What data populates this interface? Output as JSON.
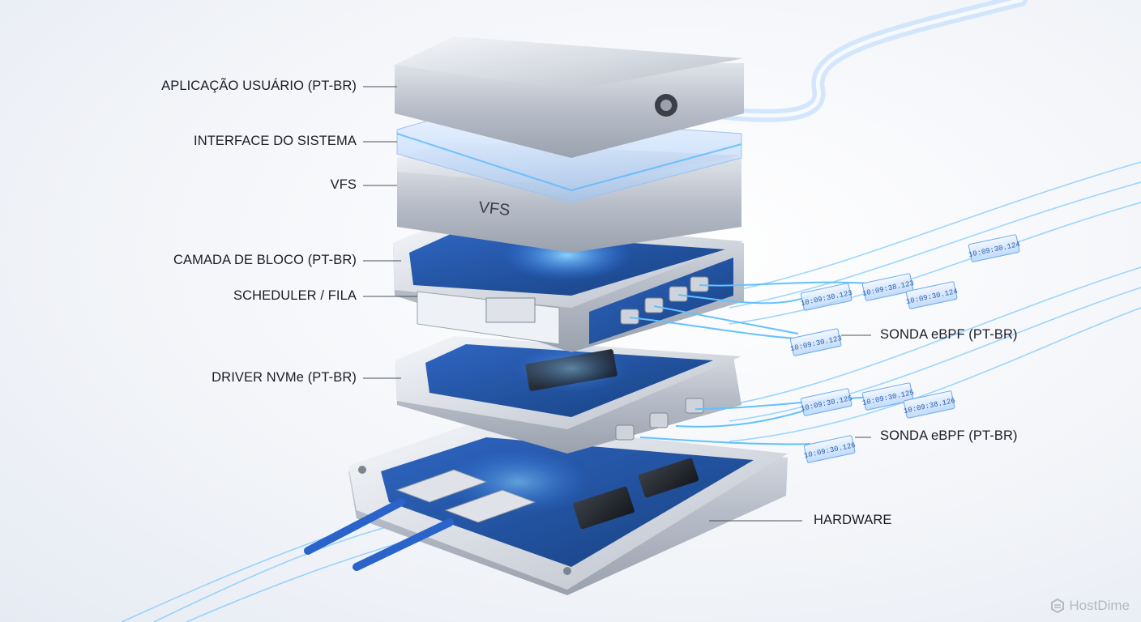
{
  "labels": {
    "app": "APLICAÇÃO USUÁRIO (PT-BR)",
    "syscall": "INTERFACE DO SISTEMA",
    "vfs": "VFS",
    "block": "CAMADA DE BLOCO (PT-BR)",
    "scheduler": "SCHEDULER / FILA",
    "driver": "DRIVER NVMe (PT-BR)",
    "hardware": "HARDWARE",
    "probe1": "SONDA eBPF (PT-BR)",
    "probe2": "SONDA eBPF (PT-BR)"
  },
  "vfs_plate_text": "VFS",
  "timestamps_upper": [
    "10:09:30.123",
    "10:09:38.123",
    "10:09:30.124",
    "10:09:30.124",
    "10:09:30.123"
  ],
  "timestamps_lower": [
    "10:09:30.125",
    "10:09:30.125",
    "10:09:38.126",
    "10:09:30.126"
  ],
  "brand": "HostDime",
  "colors": {
    "accent": "#2f7df6",
    "glow": "#5ab8ff",
    "metal": "#c9ced6",
    "board": "#1f4f9e"
  }
}
